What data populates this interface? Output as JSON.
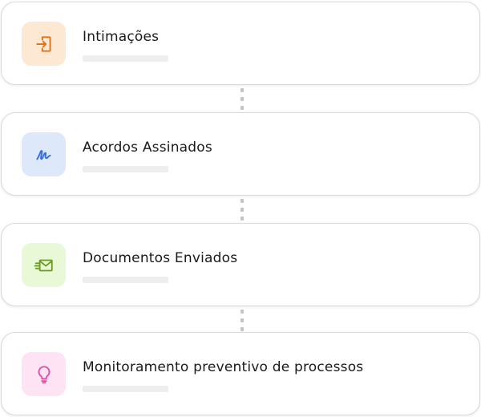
{
  "items": [
    {
      "label": "Intimações",
      "icon": "login-arrow-icon",
      "icon_color": "#e0761b",
      "icon_bg": "#fde8d4"
    },
    {
      "label": "Acordos Assinados",
      "icon": "signature-icon",
      "icon_color": "#3a6fd8",
      "icon_bg": "#dde8fb"
    },
    {
      "label": "Documentos Enviados",
      "icon": "mail-send-icon",
      "icon_color": "#6a9a1f",
      "icon_bg": "#e9f8d6"
    },
    {
      "label": "Monitoramento preventivo de processos",
      "icon": "lightbulb-icon",
      "icon_color": "#e04aa8",
      "icon_bg": "#fde3f3"
    }
  ]
}
